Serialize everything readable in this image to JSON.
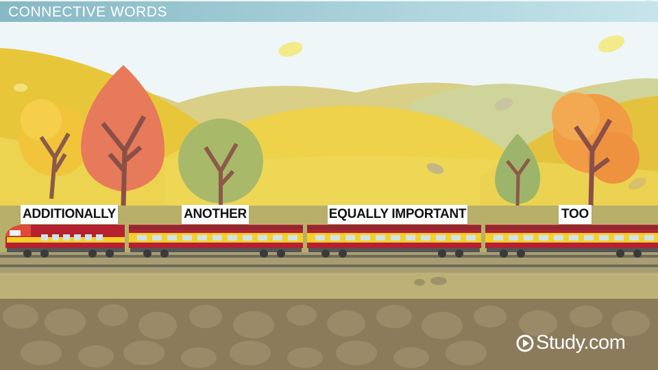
{
  "title": "CONNECTIVE WORDS",
  "cars": [
    {
      "label": "ADDITIONALLY"
    },
    {
      "label": "ANOTHER"
    },
    {
      "label": "EQUALLY IMPORTANT"
    },
    {
      "label": "TOO"
    }
  ],
  "logo": {
    "text": "Study.com"
  },
  "colors": {
    "sky": "#eaf4f6",
    "hills": "#e7c53c",
    "train_red": "#b5212f",
    "train_yellow": "#f5cf2a",
    "ground": "#8a7a5a"
  }
}
